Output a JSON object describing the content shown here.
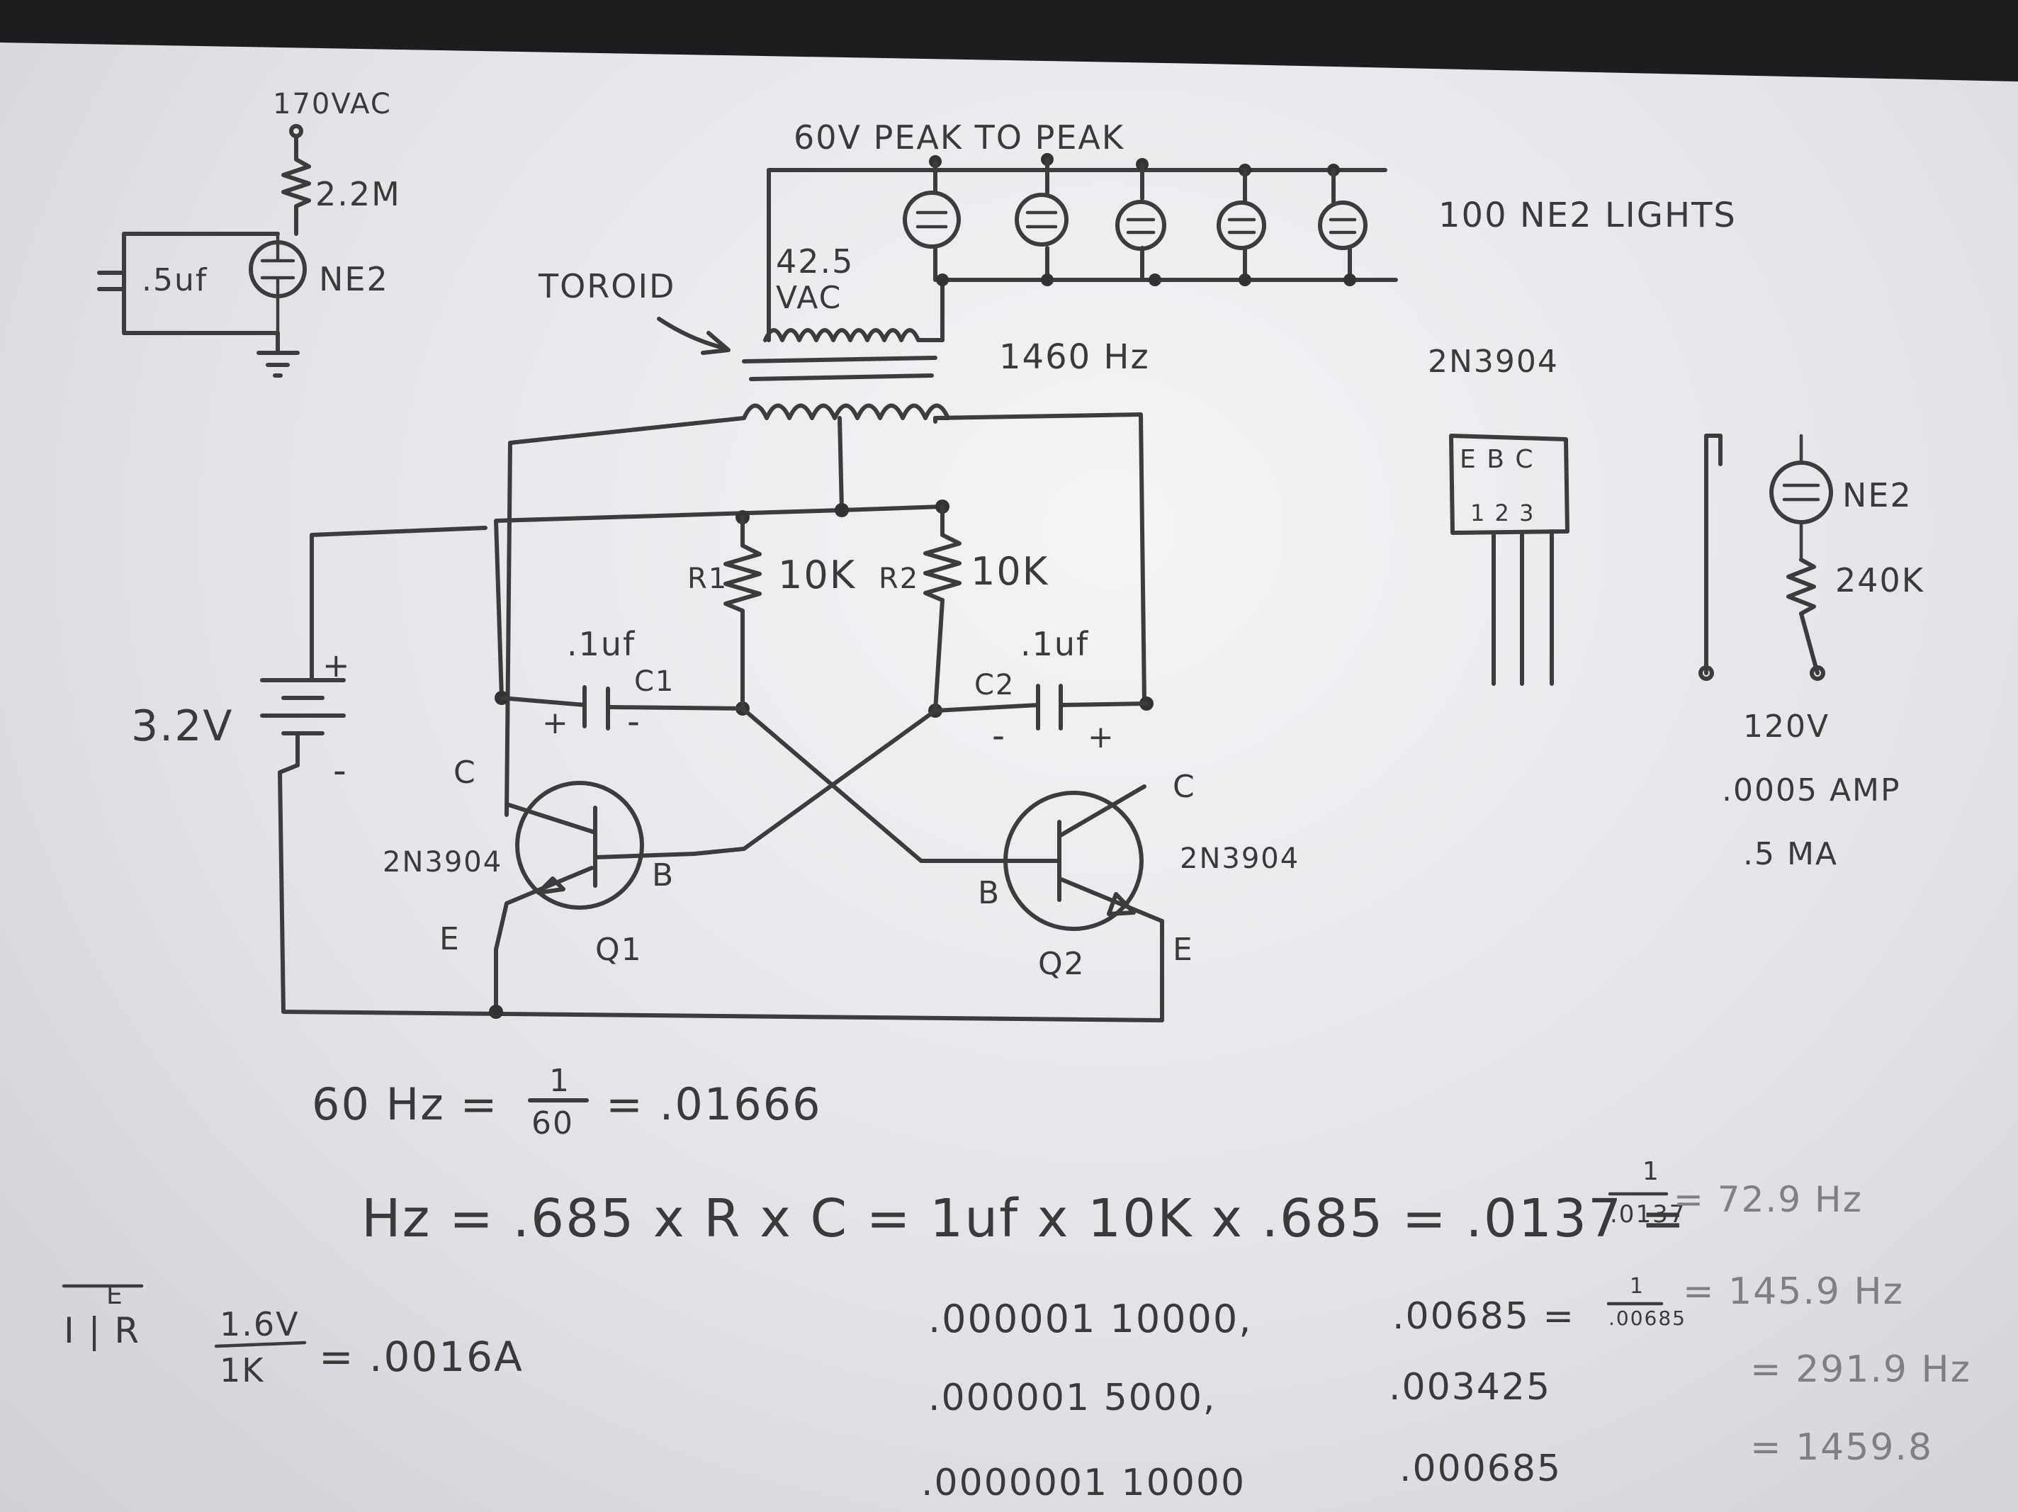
{
  "top_left_circuit": {
    "supply": "170VAC",
    "resistor": "2.2M",
    "capacitor": ".5uf",
    "lamp": "NE2"
  },
  "transformer": {
    "callout": "TOROID",
    "secondary_voltage_line1": "42.5",
    "secondary_voltage_line2": "VAC",
    "frequency": "1460 Hz"
  },
  "output_bus": {
    "header": "60V PEAK TO PEAK",
    "lamps_note": "100 NE2 LIGHTS"
  },
  "oscillator": {
    "battery_voltage": "3.2V",
    "battery_plus": "+",
    "battery_minus": "-",
    "r1_label": "R1",
    "r1_value": "10K",
    "r2_label": "R2",
    "r2_value": "10K",
    "c1_value": ".1uf",
    "c1_label": "C1",
    "c2_value": ".1uf",
    "c2_label": "C2",
    "c1_plus": "+",
    "c1_minus": "-",
    "c2_minus": "-",
    "c2_plus": "+",
    "q1_collector": "C",
    "q1_base": "B",
    "q1_emitter": "E",
    "q1_part": "2N3904",
    "q1_name": "Q1",
    "q2_collector": "C",
    "q2_base": "B",
    "q2_emitter": "E",
    "q2_part": "2N3904",
    "q2_name": "Q2"
  },
  "pinout": {
    "part": "2N3904",
    "pins_letters": "E B C",
    "pins_numbers": "1 2 3"
  },
  "neon_test": {
    "lamp": "NE2",
    "resistor": "240K",
    "voltage": "120V",
    "current_amp": ".0005 AMP",
    "current_ma": ".5 MA"
  },
  "calculations": {
    "line_60hz_prefix": "60 Hz =",
    "line_60hz_num": "1",
    "line_60hz_den": "60",
    "line_60hz_result": "= .01666",
    "main_formula": "Hz = .685 x R x C = 1uf x 10K x .685 = .0137 =",
    "main_frac_num": "1",
    "main_frac_den": ".0137",
    "main_result": "= 72.9 Hz",
    "ohm_num": "E",
    "ohm_den": "I | R",
    "ohm_calc_num": "1.6V",
    "ohm_calc_den": "1K",
    "ohm_calc_result": "= .0016A",
    "c_values": [
      ".000001  10000,",
      ".000001  5000,",
      ".0000001  10000"
    ],
    "products": [
      ".00685 =",
      ".003425",
      ".000685"
    ],
    "frac2_num": "1",
    "frac2_den": ".00685",
    "results": [
      "= 145.9 Hz",
      "= 291.9 Hz",
      "= 1459.8"
    ]
  }
}
